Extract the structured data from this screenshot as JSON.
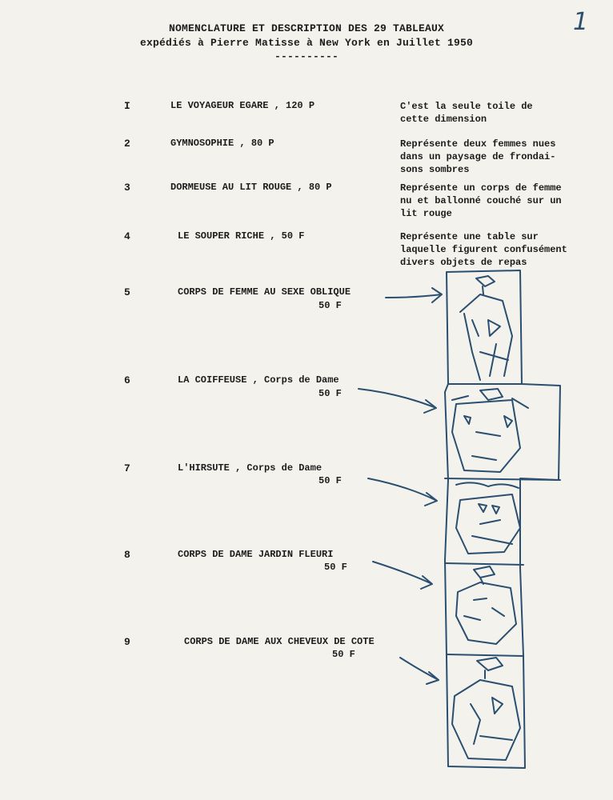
{
  "page_number": "1",
  "header": {
    "line1": "NOMENCLATURE ET DESCRIPTION DES 29 TABLEAUX",
    "line2": "expédiés à Pierre Matisse à New York en Juillet 1950",
    "underline": "----------"
  },
  "entries": [
    {
      "num": "I",
      "title": "LE VOYAGEUR EGARE , 120 P",
      "format": "",
      "desc": [
        "C'est la seule toile de",
        "cette dimension"
      ]
    },
    {
      "num": "2",
      "title": "GYMNOSOPHIE , 80 P",
      "format": "",
      "desc": [
        "Représente deux femmes nues",
        "dans un paysage de frondai-",
        "sons sombres"
      ]
    },
    {
      "num": "3",
      "title": "DORMEUSE AU LIT ROUGE , 80 P",
      "format": "",
      "desc": [
        "Représente un corps de femme",
        "nu et ballonné couché sur un",
        "lit rouge"
      ]
    },
    {
      "num": "4",
      "title": "LE SOUPER RICHE , 50 F",
      "format": "",
      "desc": [
        "Représente une table sur",
        "laquelle figurent confusément",
        "divers objets de repas"
      ]
    },
    {
      "num": "5",
      "title": "CORPS DE FEMME AU SEXE OBLIQUE",
      "format": "50 F",
      "desc": []
    },
    {
      "num": "6",
      "title": "LA COIFFEUSE , Corps de Dame",
      "format": "50 F",
      "desc": []
    },
    {
      "num": "7",
      "title": "L'HIRSUTE , Corps de Dame",
      "format": "50 F",
      "desc": []
    },
    {
      "num": "8",
      "title": "CORPS DE DAME JARDIN FLEURI",
      "format": "50 F",
      "desc": []
    },
    {
      "num": "9",
      "title": "CORPS DE DAME AUX CHEVEUX DE COTE",
      "format": "50 F",
      "desc": []
    }
  ],
  "colors": {
    "ink": "#1c1c1c",
    "sketch_ink": "#2a4f70",
    "paper": "#f4f2ec"
  }
}
